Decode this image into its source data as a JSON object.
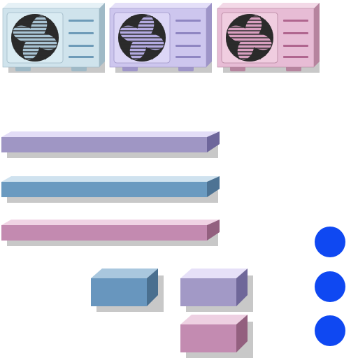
{
  "palette": {
    "background": "#ffffff",
    "shadow": "#c8c8c8",
    "fan_dark": "#2b2b2b",
    "dot_blue": "#0f48f2"
  },
  "ac_units": [
    {
      "id": "ac-unit-blue",
      "body": "#cfe3ec",
      "top": "#e6f1f6",
      "side": "#9fb9c6",
      "accent": "#6e9bb8",
      "grille": "#d9ebf2",
      "blade": "#a8c3d3"
    },
    {
      "id": "ac-unit-purple",
      "body": "#cdc6ee",
      "top": "#e4dff8",
      "side": "#9e95c8",
      "accent": "#8f86c2",
      "grille": "#dcd6f6",
      "blade": "#b3aae0"
    },
    {
      "id": "ac-unit-pink",
      "body": "#e7bcd5",
      "top": "#f3d9e7",
      "side": "#b6849e",
      "accent": "#b0668f",
      "grille": "#f0cde0",
      "blade": "#d89fbf"
    }
  ],
  "bars": [
    {
      "id": "bar-purple",
      "front": "#9f96c4",
      "top": "#e3ddf7",
      "side": "#6e669b"
    },
    {
      "id": "bar-blue",
      "front": "#6a9ac0",
      "top": "#cfe2ef",
      "side": "#4d7394"
    },
    {
      "id": "bar-pink",
      "front": "#c38ab0",
      "top": "#f0d3e4",
      "side": "#93607f"
    }
  ],
  "boxes": [
    {
      "id": "box-blue",
      "front": "#6896be",
      "top": "#a9c7de",
      "side": "#4a6f8f"
    },
    {
      "id": "box-purple",
      "front": "#a299c6",
      "top": "#e6e0f8",
      "side": "#6f6799"
    },
    {
      "id": "box-pink",
      "front": "#c38bb1",
      "top": "#eed0e2",
      "side": "#93607f"
    }
  ],
  "dots": [
    "dot-1",
    "dot-2",
    "dot-3"
  ]
}
